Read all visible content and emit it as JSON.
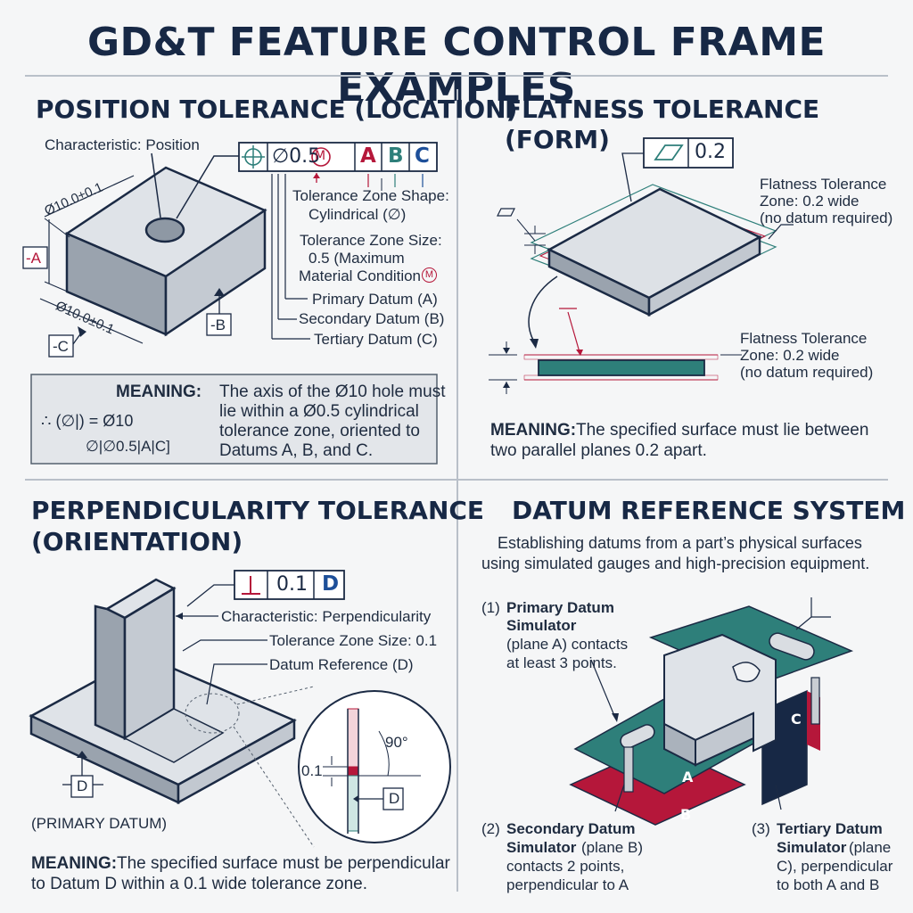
{
  "title": "GD&T FEATURE CONTROL FRAME EXAMPLES",
  "position": {
    "heading": "POSITION TOLERANCE (LOCATION)",
    "characteristic_label": "Characteristic: Position",
    "fcf": {
      "tolerance": "∅0.5",
      "modifier": "M",
      "datum_a": "A",
      "datum_b": "B",
      "datum_c": "C"
    },
    "dim_top": "Ø10.0±0.1",
    "dim_bottom": "Ø10.0±0.1",
    "datum_a_tag": "-A",
    "datum_b_tag": "-B",
    "datum_c_tag": "-C",
    "zone_shape_1": "Tolerance Zone Shape:",
    "zone_shape_2": "Cylindrical (∅)",
    "zone_size_1": "Tolerance Zone Size:",
    "zone_size_2": "0.5 (Maximum",
    "zone_size_3": "Material Condition",
    "zone_size_modifier": "M",
    "primary": "Primary Datum (A)",
    "secondary": "Secondary Datum (B)",
    "tertiary": "Tertiary Datum (C)",
    "meaning_label": "MEANING:",
    "meaning_text": [
      "The axis of the Ø10 hole must",
      "lie within a Ø0.5 cylindrical",
      "tolerance zone, oriented to",
      "Datums A, B, and C."
    ],
    "formula_1": "∴ (∅|) = Ø10",
    "formula_2": "∅|∅0.5|A|C]"
  },
  "flatness": {
    "heading": "FLATNESS TOLERANCE (FORM)",
    "fcf_value": "0.2",
    "zone_label_top": [
      "Flatness Tolerance",
      "Zone: 0.2 wide",
      "(no datum required)"
    ],
    "zone_label_bottom": [
      "Flatness Tolerance",
      "Zone: 0.2 wide",
      "(no datum required)"
    ],
    "meaning_label": "MEANING:",
    "meaning_text_1": "The specified surface must lie between",
    "meaning_text_2": "two parallel planes 0.2 apart."
  },
  "perpendicularity": {
    "heading_1": "PERPENDICULARITY TOLERANCE",
    "heading_2": "(ORIENTATION)",
    "fcf_value": "0.1",
    "fcf_datum": "D",
    "characteristic": "Characteristic: Perpendicularity",
    "zone_size": "Tolerance Zone Size: 0.1",
    "datum_ref": "Datum Reference (D)",
    "datum_tag": "D",
    "detail_angle": "90°",
    "detail_size": "0.1",
    "detail_datum": "D",
    "primary_datum": "(PRIMARY DATUM)",
    "meaning_label": "MEANING:",
    "meaning_text_1": "The specified surface must be perpendicular",
    "meaning_text_2": "to Datum D within a 0.1 wide tolerance zone."
  },
  "datum_system": {
    "heading": "DATUM REFERENCE SYSTEM",
    "intro_1": "Establishing datums from a part’s physical surfaces",
    "intro_2": "using simulated gauges and high-precision equipment.",
    "s1_num": "(1)",
    "s1_title_1": "Primary Datum",
    "s1_title_2": "Simulator",
    "s1_text_1": "(plane A) contacts",
    "s1_text_2": "at least 3 points.",
    "s2_num": "(2)",
    "s2_title_1": "Secondary Datum",
    "s2_title_2": "Simulator",
    "s2_text_0": "(plane B)",
    "s2_text_1": "contacts 2 points,",
    "s2_text_2": "perpendicular to A",
    "s3_num": "(3)",
    "s3_title_1": "Tertiary Datum",
    "s3_title_2": "Simulator",
    "s3_text_0": "(plane",
    "s3_text_1": "C), perpendicular",
    "s3_text_2": "to both A and B",
    "plane_a": "A",
    "plane_b": "B",
    "plane_c": "C"
  },
  "colors": {
    "navy": "#172845",
    "teal": "#2e7f7a",
    "crimson": "#b5173a",
    "steel": "#8d96a3"
  }
}
